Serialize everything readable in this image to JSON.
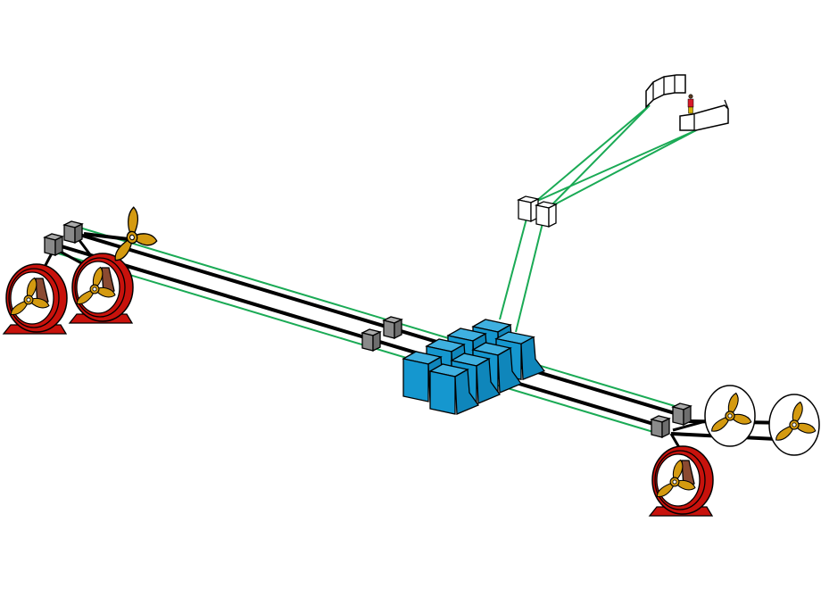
{
  "diagram": {
    "description_visible_text": "",
    "colors": {
      "background": "#ffffff",
      "cable_black": "#000000",
      "cable_green": "#1aaa55",
      "junction_box_gray": "#8a8a8a",
      "generator_blue": "#1597cf",
      "thruster_ring_red": "#c8120c",
      "propeller_gold": "#d49a10",
      "propeller_hub_brown": "#8b4a32",
      "control_console_white": "#ffffff",
      "operator_red": "#d81a2a"
    },
    "components": [
      {
        "name": "azimuth-thruster-port-aft",
        "icon": "ducted-propeller-icon"
      },
      {
        "name": "azimuth-thruster-port-fwd",
        "icon": "ducted-propeller-icon"
      },
      {
        "name": "open-propeller-port",
        "icon": "propeller-icon"
      },
      {
        "name": "junction-box-port-1",
        "icon": "junction-box-icon"
      },
      {
        "name": "junction-box-port-2",
        "icon": "junction-box-icon"
      },
      {
        "name": "junction-box-mid-1",
        "icon": "junction-box-icon"
      },
      {
        "name": "junction-box-mid-2",
        "icon": "junction-box-icon"
      },
      {
        "name": "generator-set-cluster",
        "icon": "generator-icon"
      },
      {
        "name": "remote-io-module-1",
        "icon": "io-module-icon"
      },
      {
        "name": "remote-io-module-2",
        "icon": "io-module-icon"
      },
      {
        "name": "bridge-console",
        "icon": "control-console-icon"
      },
      {
        "name": "operator",
        "icon": "person-icon"
      },
      {
        "name": "junction-box-stbd-1",
        "icon": "junction-box-icon"
      },
      {
        "name": "junction-box-stbd-2",
        "icon": "junction-box-icon"
      },
      {
        "name": "tunnel-thruster-stbd-1",
        "icon": "tunnel-propeller-icon"
      },
      {
        "name": "tunnel-thruster-stbd-2",
        "icon": "tunnel-propeller-icon"
      },
      {
        "name": "azimuth-thruster-stbd",
        "icon": "ducted-propeller-icon"
      }
    ]
  }
}
